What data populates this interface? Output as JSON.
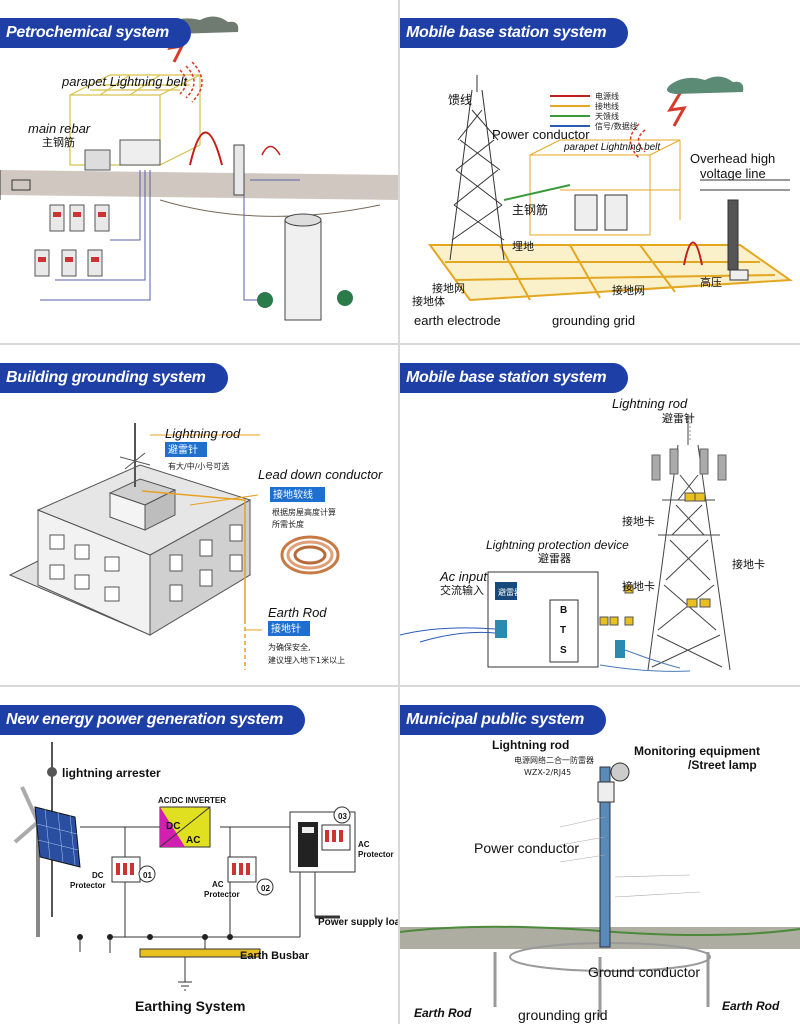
{
  "panels": {
    "petrochemical": {
      "title": "Petrochemical system",
      "labels": {
        "parapet": "parapet Lightning belt",
        "main_rebar": "main rebar",
        "main_rebar_cn": "主钢筋"
      }
    },
    "mobile1": {
      "title": "Mobile base station system",
      "labels": {
        "feeder_cn": "馈线",
        "power_conductor": "Power conductor",
        "parapet": "parapet Lightning belt",
        "overhead": "Overhead high",
        "overhead2": "voltage line",
        "main_rebar_cn": "主钢筋",
        "buried_cn": "埋地",
        "high_voltage_cn": "高压",
        "grounding_body_cn": "接地体",
        "grounding_grid_cn": "接地网",
        "grounding_grid_cn2": "接地网",
        "earth_electrode": "earth electrode",
        "grounding_grid": "grounding grid",
        "legend": [
          "电源线",
          "接地线",
          "天馈线",
          "信号/数据线"
        ]
      }
    },
    "building": {
      "title": "Building grounding system",
      "labels": {
        "lightning_rod": "Lightning rod",
        "lightning_rod_cn": "避雷针",
        "rod_note": "有大/中/小号可选",
        "lead_down": "Lead down conductor",
        "lead_down_cn": "接地软线",
        "lead_note1": "根据房屋高度计算",
        "lead_note2": "所需长度",
        "earth_rod": "Earth Rod",
        "earth_rod_cn": "接地针",
        "earth_note1": "为确保安全,",
        "earth_note2": "建议埋入地下1米以上"
      }
    },
    "mobile2": {
      "title": "Mobile base station system",
      "labels": {
        "lightning_rod": "Lightning rod",
        "lightning_rod_cn": "避雷针",
        "clamp1": "接地卡",
        "clamp2": "接地卡",
        "clamp3": "接地卡",
        "protection": "Lightning protection device",
        "protection_cn": "避雷器",
        "ac_input": "Ac input",
        "ac_input_cn": "交流输入",
        "box_cn": "避雷器",
        "bts": [
          "B",
          "T",
          "S"
        ]
      }
    },
    "new_energy": {
      "title": "New energy power generation system",
      "labels": {
        "arrester": "lightning arrester",
        "inverter": "AC/DC INVERTER",
        "dc": "DC",
        "ac": "AC",
        "dc_protector": "DC\nProtector",
        "dc_protector_a": "DC",
        "dc_protector_b": "Protector",
        "ac_protector_a": "AC",
        "ac_protector_b": "Protector",
        "ac_protector2_a": "AC",
        "ac_protector2_b": "Protector",
        "load": "Power supply load",
        "busbar": "Earth Busbar",
        "earthing": "Earthing System",
        "n1": "01",
        "n2": "02",
        "n3": "03"
      }
    },
    "municipal": {
      "title": "Municipal public system",
      "labels": {
        "lightning_rod": "Lightning rod",
        "monitoring": "Monitoring equipment",
        "street_lamp": "/Street lamp",
        "power_conductor": "Power conductor",
        "ground_conductor": "Ground conductor",
        "earth_rod_left": "Earth Rod",
        "earth_rod_right": "Earth Rod",
        "grounding_grid": "grounding grid",
        "device_cn": "电源网络二合一防雷器",
        "device_model": "WZX-2/RJ45"
      }
    }
  }
}
